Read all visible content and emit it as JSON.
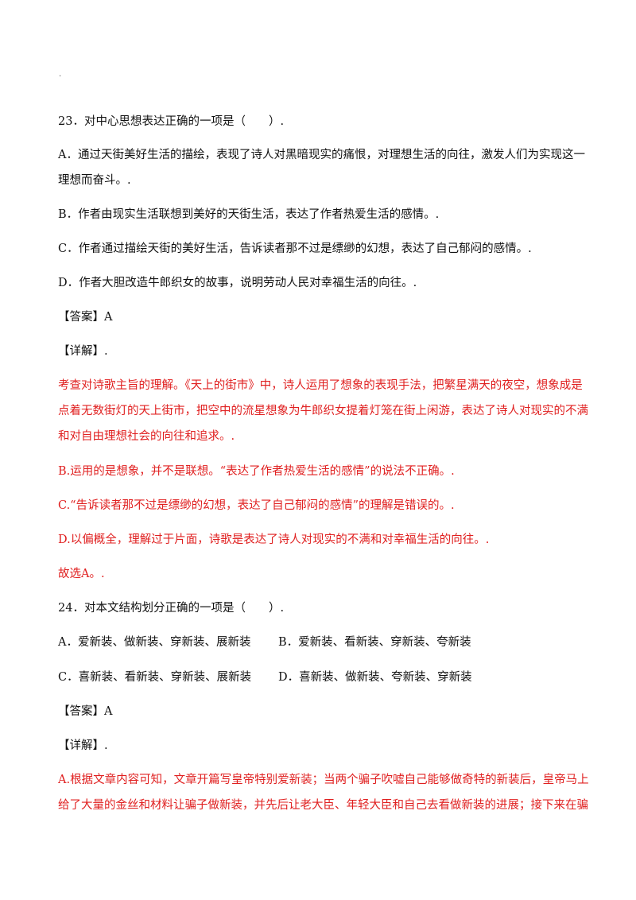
{
  "header_mark": ".",
  "q23": {
    "stem": "23．对中心思想表达正确的一项是（　　）.",
    "optA_1": "A．通过天街美好生活的描绘，表现了诗人对黑暗现实的痛恨，对理想生活的向往，激发人们为实现这一",
    "optA_2": "理想而奋斗。.",
    "optB": "B．作者由现实生活联想到美好的天街生活，表达了作者热爱生活的感情。.",
    "optC": "C．作者通过描绘天街的美好生活，告诉读者那不过是缥缈的幻想，表达了自己郁闷的感情。.",
    "optD": "D．作者大胆改造牛郎织女的故事，说明劳动人民对幸福生活的向往。.",
    "answer": "【答案】A",
    "detail_label": "【详解】.",
    "exp_1": "考查对诗歌主旨的理解。《天上的街市》中，诗人运用了想象的表现手法，把繁星满天的夜空，想象成是",
    "exp_2": "点着无数街灯的天上街市，把空中的流星想象为牛郎织女提着灯笼在街上闲游，表达了诗人对现实的不满",
    "exp_3": "和对自由理想社会的向往和追求。.",
    "exp_B": "B.运用的是想象，并不是联想。“表达了作者热爱生活的感情”的说法不正确。.",
    "exp_C": "C.“告诉读者那不过是缥缈的幻想，表达了自己郁闷的感情”的理解是错误的。.",
    "exp_D": "D.以偏概全，理解过于片面，诗歌是表达了诗人对现实的不满和对幸福生活的向往。.",
    "conclusion": "故选A。."
  },
  "q24": {
    "stem": "24．对本文结构划分正确的一项是（　　）.",
    "optA": "A．爱新装、做新装、穿新装、展新装",
    "optB": "B．爱新装、看新装、穿新装、夸新装",
    "optC": "C．喜新装、看新装、穿新装、展新装",
    "optD": "D．喜新装、做新装、夸新装、穿新装",
    "answer": "【答案】A",
    "detail_label": "【详解】.",
    "exp_1": "A.根据文章内容可知，文章开篇写皇帝特别爱新装；当两个骗子吹嘘自己能够做奇特的新装后，皇帝马上",
    "exp_2": "给了大量的金丝和材料让骗子做新装，并先后让老大臣、年轻大臣和自己去看做新装的进展；接下来在骗"
  }
}
